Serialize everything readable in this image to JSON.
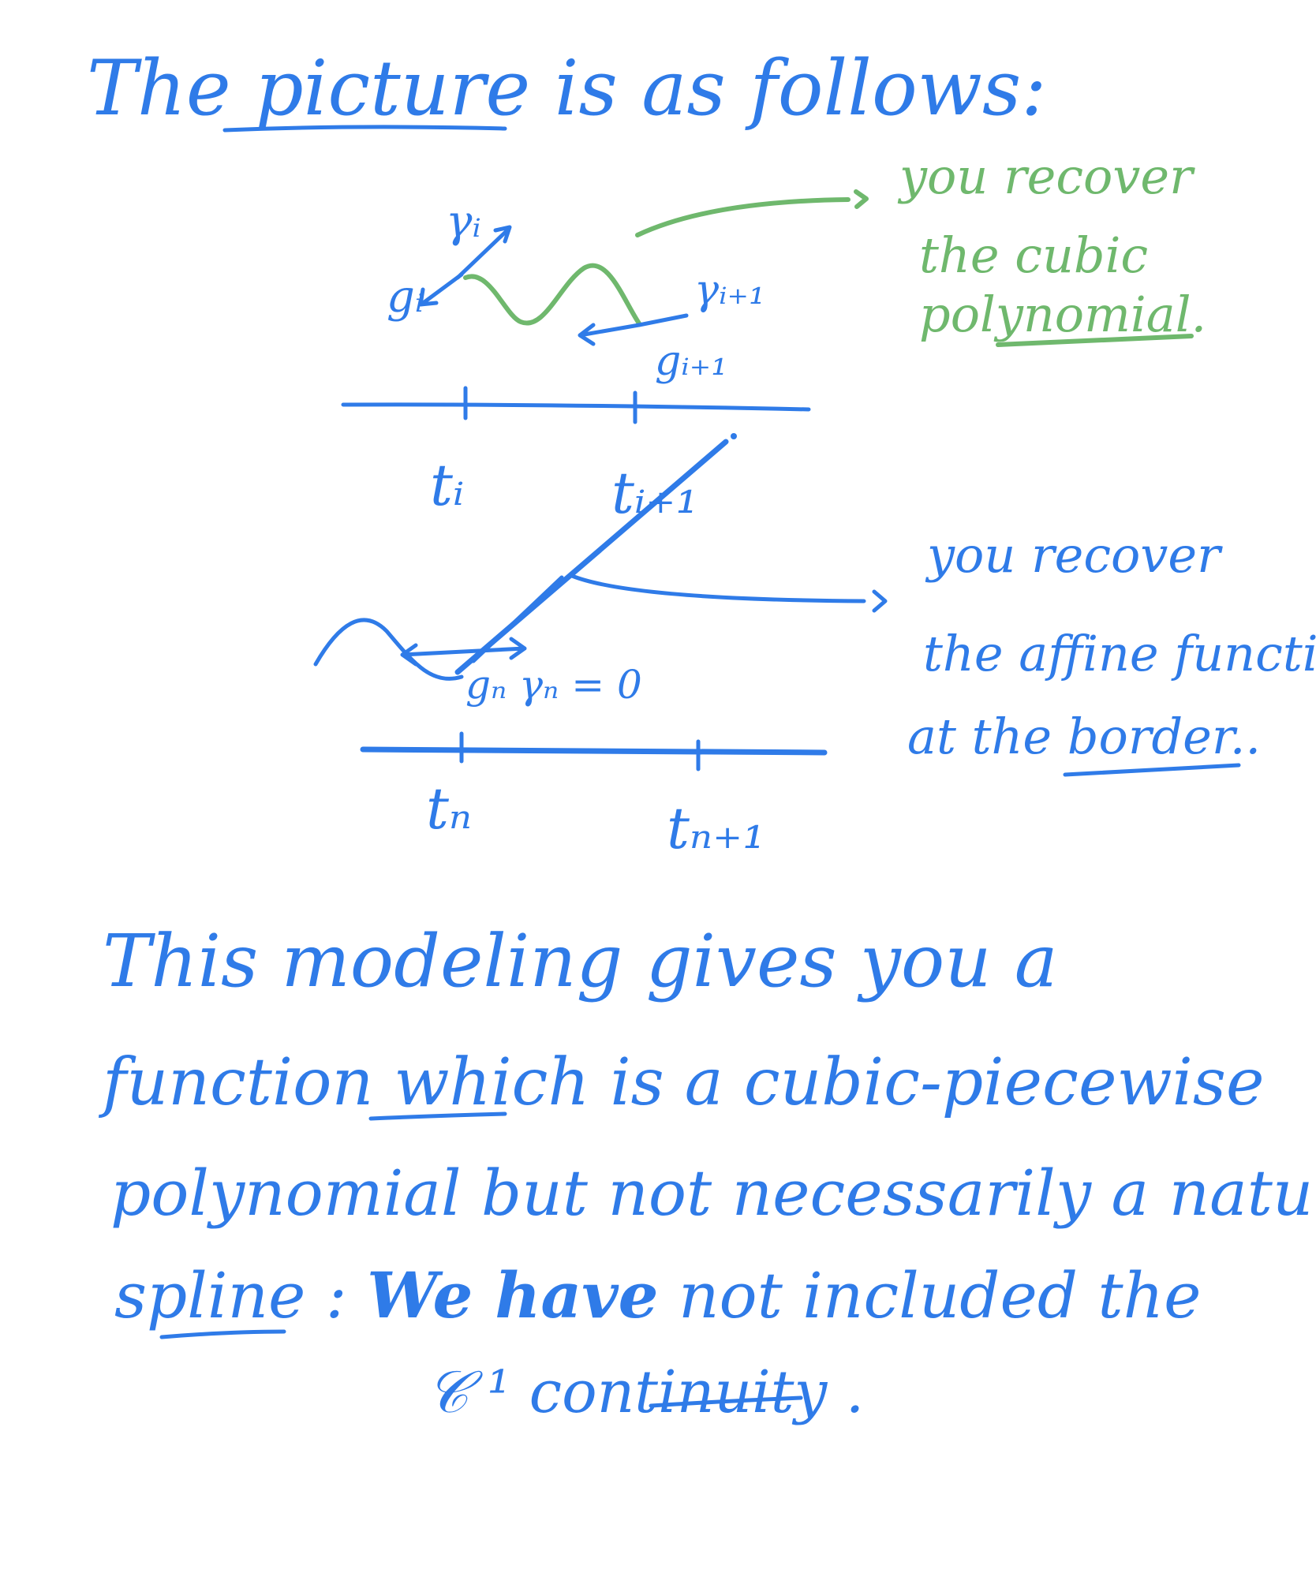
{
  "heading": {
    "text_before": "The ",
    "underlined": "picture",
    "text_after": " is as follows:"
  },
  "upper_diagram": {
    "gamma_i": "γᵢ",
    "g_i": "gᵢ",
    "gamma_i1": "γᵢ₊₁",
    "g_i1": "gᵢ₊₁",
    "t_i": "tᵢ",
    "t_i1": "tᵢ₊₁"
  },
  "lower_diagram": {
    "g_n_gamma_n": "gₙ γₙ = 0",
    "t_n": "tₙ",
    "t_n1": "tₙ₊₁"
  },
  "annotation_cubic": {
    "line1": "you recover",
    "line2": "the cubic",
    "line3_underlined": "polynomial",
    "line3_after": "."
  },
  "annotation_affine": {
    "line1": "you recover",
    "line2": "the affine function",
    "line3_before": "at the ",
    "line3_underlined": "border",
    "line3_after": ".."
  },
  "paragraph": {
    "line1": "This modeling gives you a",
    "line2_before": "function ",
    "line2_underlined": "which",
    "line2_after": " is a cubic-piecewise",
    "line3": "polynomial but not necessarily a natural",
    "line4_underlined": "spline",
    "line4_colon": " : ",
    "line4_bold": "We have",
    "line4_after": " not included the",
    "line5_before": "𝒞 ¹ ",
    "line5_underlined": "continuity",
    "line5_after": " ."
  },
  "colors": {
    "blue_ink": "#2f7be8",
    "green_ink": "#6fb86d"
  }
}
